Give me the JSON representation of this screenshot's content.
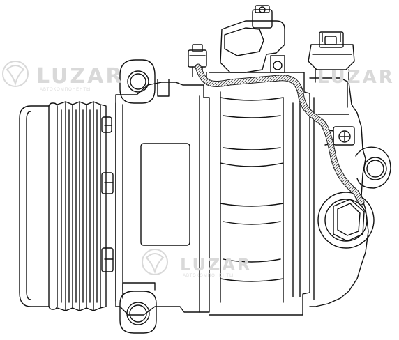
{
  "watermark": {
    "brand": "LUZAR",
    "brand_partial": "LUZAR",
    "tagline": "АВТОКОМПОНЕНТЫ",
    "color": "#d9d9d9"
  },
  "drawing": {
    "subject": "compressor",
    "line_color": "#111111",
    "hose_color": "#555555",
    "background": "#ffffff"
  }
}
